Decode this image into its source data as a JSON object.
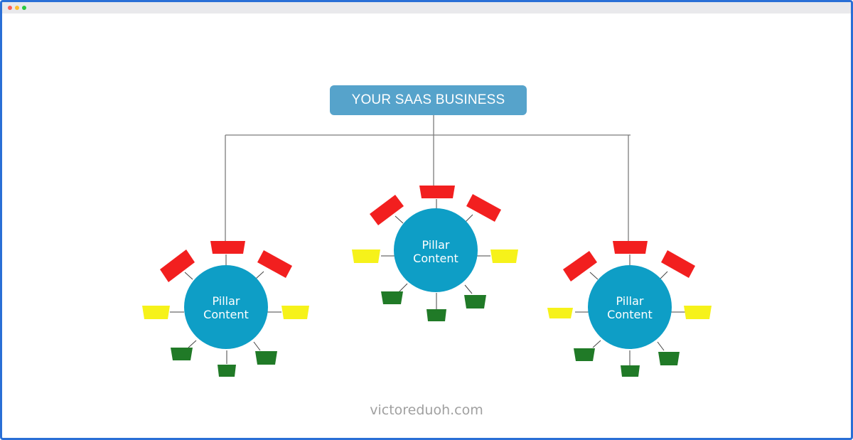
{
  "window": {
    "controls": [
      "close",
      "minimize",
      "maximize"
    ]
  },
  "diagram": {
    "root_label": "YOUR SAAS BUSINESS",
    "pillars": [
      {
        "label_line1": "Pillar",
        "label_line2": "Content"
      },
      {
        "label_line1": "Pillar",
        "label_line2": "Content"
      },
      {
        "label_line1": "Pillar",
        "label_line2": "Content"
      }
    ],
    "colors": {
      "root_box": "#56a3cb",
      "pillar_circle": "#0e9ec6",
      "red_tag": "#f21f1f",
      "yellow_tag": "#f6f21a",
      "green_tag": "#207a27",
      "connector": "#7c7c7c"
    }
  },
  "footer": {
    "credit": "victoreduoh.com"
  }
}
